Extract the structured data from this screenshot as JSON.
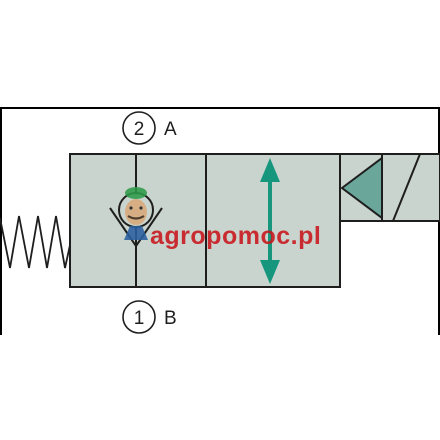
{
  "ports": {
    "top": {
      "number": "2",
      "letter": "A"
    },
    "bottom": {
      "number": "1",
      "letter": "B"
    }
  },
  "watermark": {
    "text_main": "agropomoc",
    "text_suffix": ".pl",
    "color_main": "#c9151b",
    "color_suffix": "#c9151b"
  },
  "colors": {
    "valve_fill": "#c9d4ce",
    "outline": "#1e1e1e",
    "arrow": "#16967d",
    "solenoid_triangle": "#6aa79a",
    "frame": "#000000"
  }
}
